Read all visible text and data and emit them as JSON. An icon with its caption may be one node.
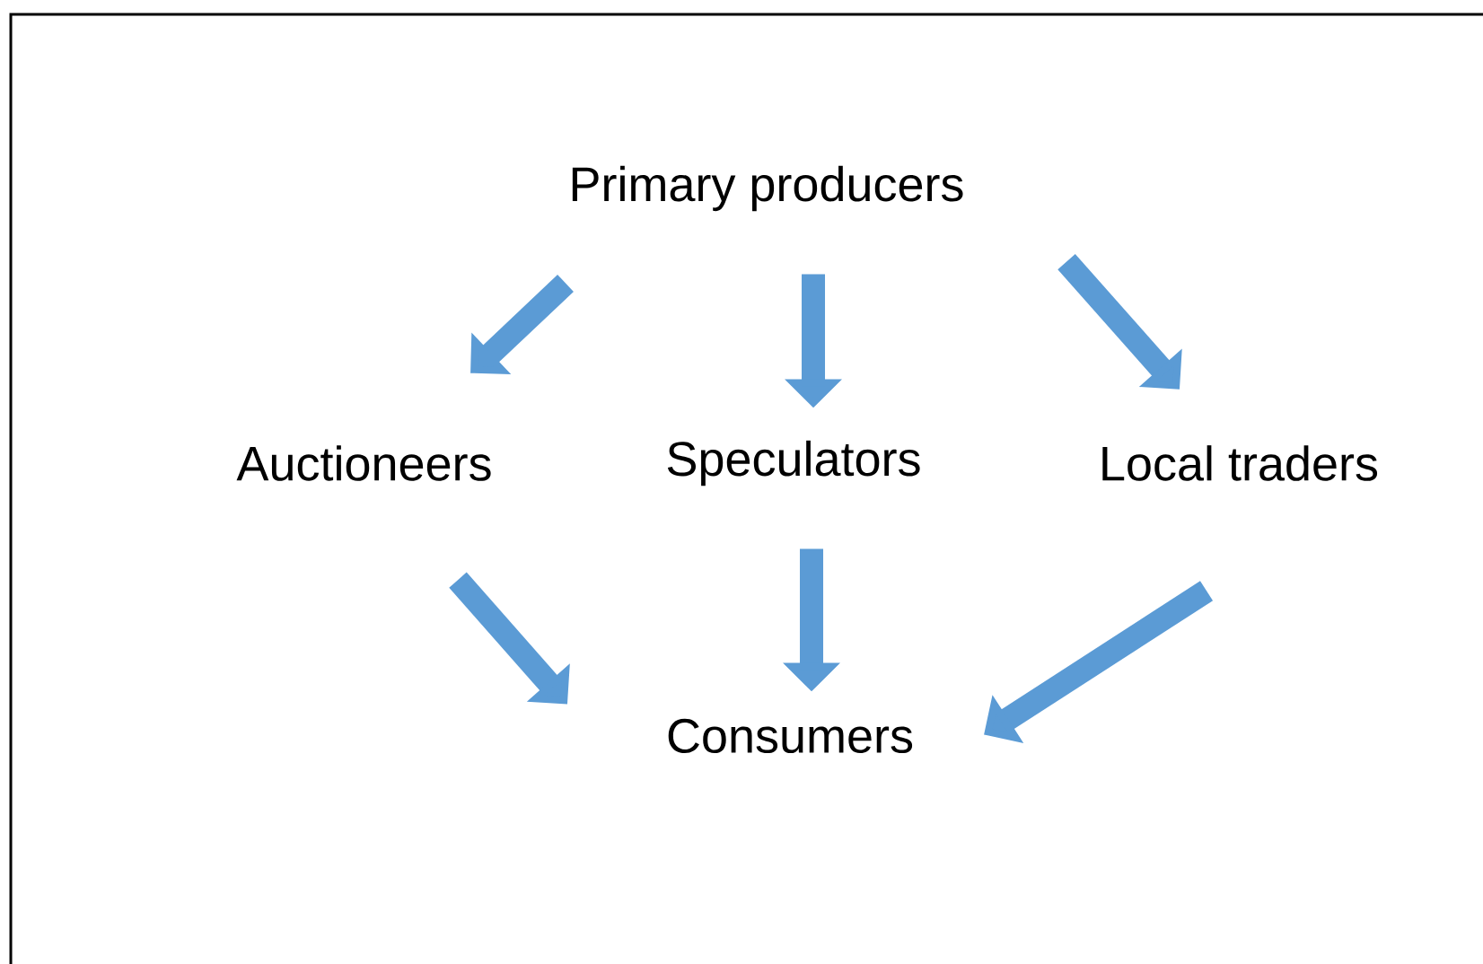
{
  "diagram": {
    "nodes": [
      {
        "text": [
          "Primary producers"
        ]
      },
      {
        "text": [
          "Auctioneers"
        ]
      },
      {
        "text": [
          "Speculators"
        ]
      },
      {
        "text": [
          "Local traders"
        ]
      },
      {
        "text": [
          "Consumers"
        ]
      }
    ],
    "edges": [
      {
        "from": 0,
        "to": 1,
        "arrow": "to"
      },
      {
        "from": 0,
        "to": 2,
        "arrow": "to"
      },
      {
        "from": 0,
        "to": 3,
        "arrow": "to"
      },
      {
        "from": 1,
        "to": 4,
        "arrow": "to"
      },
      {
        "from": 2,
        "to": 4,
        "arrow": "to"
      },
      {
        "from": 3,
        "to": 4,
        "arrow": "to"
      }
    ]
  }
}
